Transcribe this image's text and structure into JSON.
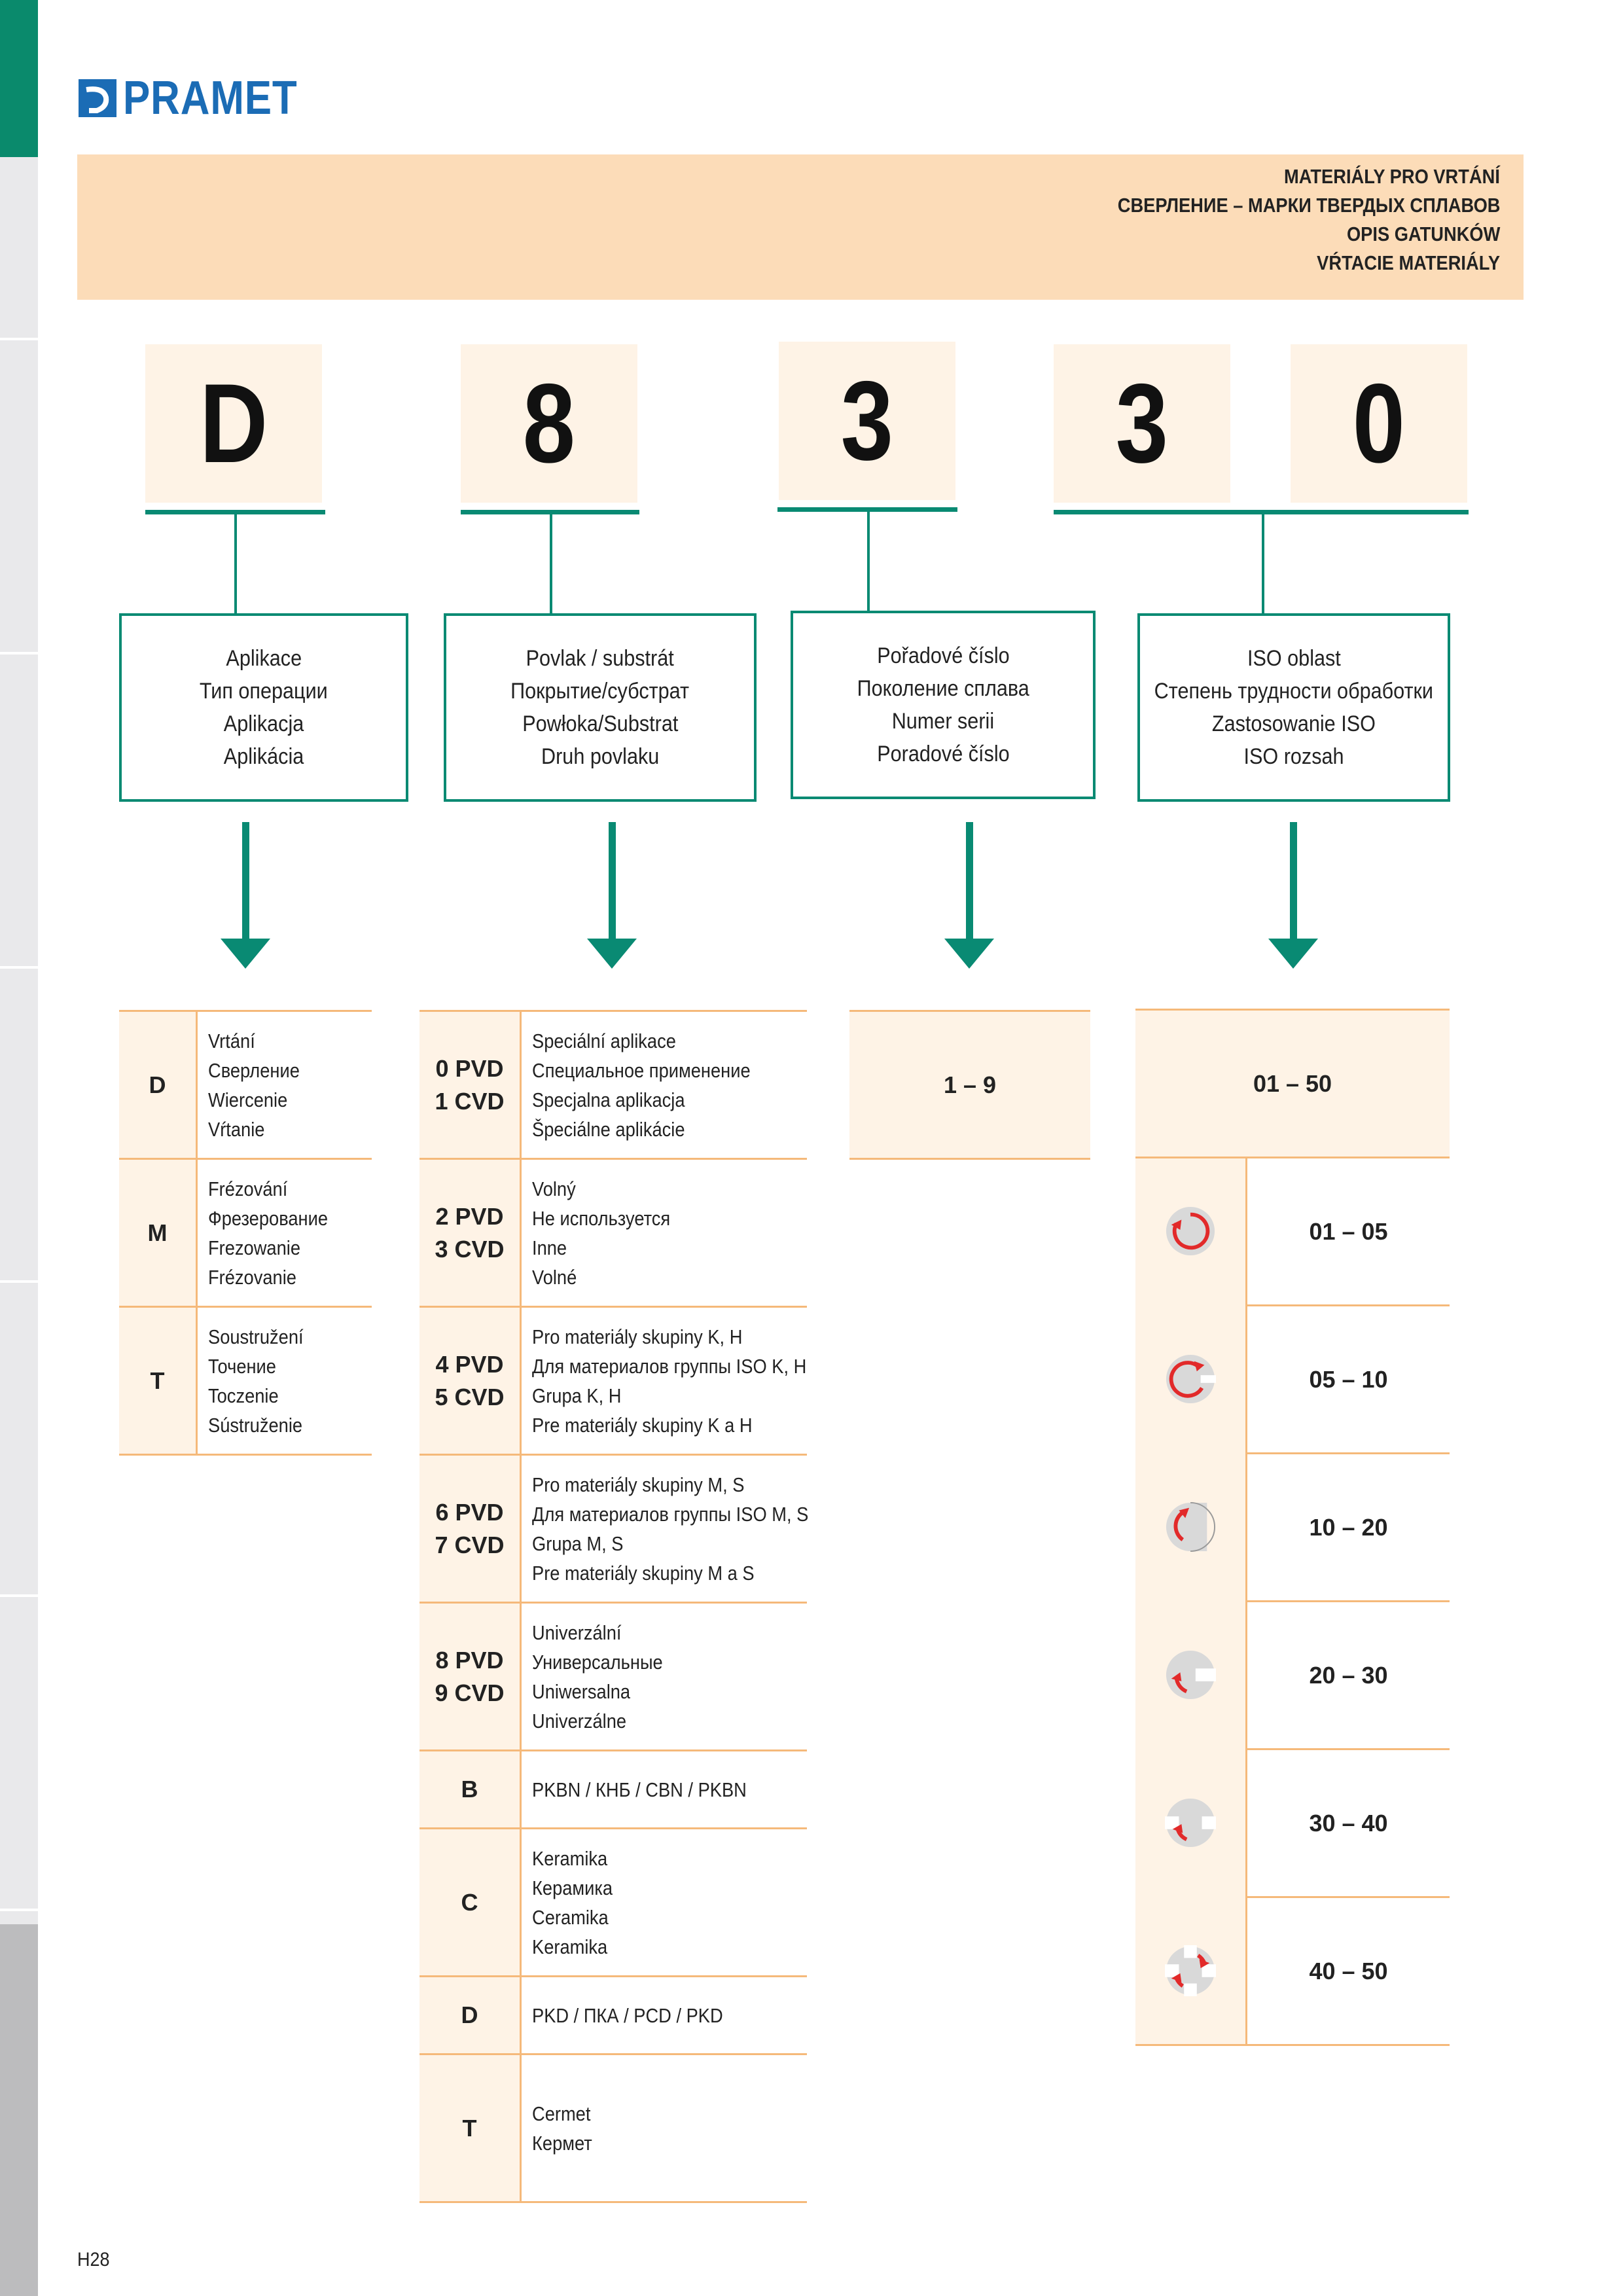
{
  "brand": {
    "name": "PRAMET",
    "color": "#1b6cb5"
  },
  "colors": {
    "accent": "#098a73",
    "header_band": "#fcdcb8",
    "cell_fill": "#fef3e6",
    "rule": "#f5b97a"
  },
  "header": {
    "lines": [
      "MATERIÁLY PRO VRTÁNÍ",
      "СВЕРЛЕНИЕ – МАРКИ ТВЕРДЫХ СПЛАВОВ",
      "OPIS GATUNKÓW",
      "VŔTACIE MATERIÁLY"
    ]
  },
  "code": [
    "D",
    "8",
    "3",
    "3",
    "0"
  ],
  "labels": [
    [
      "Aplikace",
      "Тип операции",
      "Aplikacja",
      "Aplikácia"
    ],
    [
      "Povlak / substrát",
      "Покрытие/субстрат",
      "Powłoka/Substrat",
      "Druh povlaku"
    ],
    [
      "Pořadové číslo",
      "Поколение сплава",
      "Numer serii",
      "Poradové číslo"
    ],
    [
      "ISO oblast",
      "Степень трудности обработки",
      "Zastosowanie ISO",
      "ISO rozsah"
    ]
  ],
  "application": [
    {
      "key": "D",
      "lines": [
        "Vrtání",
        "Сверление",
        "Wiercenie",
        "Vŕtanie"
      ]
    },
    {
      "key": "M",
      "lines": [
        "Frézování",
        "Фрезерование",
        "Frezowanie",
        "Frézovanie"
      ]
    },
    {
      "key": "T",
      "lines": [
        "Soustružení",
        "Точение",
        "Toczenie",
        "Sústruženie"
      ]
    }
  ],
  "coating": [
    {
      "keys": [
        "0 PVD",
        "1 CVD"
      ],
      "lines": [
        "Speciální aplikace",
        "Специальное применение",
        "Specjalna aplikacja",
        "Špeciálne aplikácie"
      ]
    },
    {
      "keys": [
        "2 PVD",
        "3 CVD"
      ],
      "lines": [
        "Volný",
        "Не используется",
        "Inne",
        "Volné"
      ]
    },
    {
      "keys": [
        "4 PVD",
        "5 CVD"
      ],
      "lines": [
        "Pro materiály skupiny K, H",
        "Для материалов группы ISO K, H",
        "Grupa K, H",
        "Pre materiály skupiny K a H"
      ]
    },
    {
      "keys": [
        "6 PVD",
        "7 CVD"
      ],
      "lines": [
        "Pro materiály skupiny M, S",
        "Для материалов группы ISO M, S",
        "Grupa M, S",
        "Pre materiály skupiny M a S"
      ]
    },
    {
      "keys": [
        "8 PVD",
        "9 CVD"
      ],
      "lines": [
        "Univerzální",
        "Универсальные",
        "Uniwersalna",
        "Univerzálne"
      ]
    },
    {
      "keys": [
        "B"
      ],
      "lines": [
        "PKBN  / КНБ / CBN / PKBN"
      ]
    },
    {
      "keys": [
        "C"
      ],
      "lines": [
        "Keramika",
        "Керамика",
        "Ceramika",
        "Keramika"
      ]
    },
    {
      "keys": [
        "D"
      ],
      "lines": [
        "PKD / ПКА / PCD / PKD"
      ]
    },
    {
      "keys": [
        "T"
      ],
      "lines": [
        "Cermet",
        "Кермет"
      ]
    }
  ],
  "series": {
    "range": "1 – 9"
  },
  "iso": {
    "range": "01 – 50",
    "rows": [
      {
        "range": "01 – 05",
        "icon": "continuous-cut-icon"
      },
      {
        "range": "05 – 10",
        "icon": "light-interrupted-cut-icon"
      },
      {
        "range": "10 – 20",
        "icon": "flat-interrupted-cut-icon"
      },
      {
        "range": "20 – 30",
        "icon": "single-slot-cut-icon"
      },
      {
        "range": "30 – 40",
        "icon": "double-slot-cut-icon"
      },
      {
        "range": "40 – 50",
        "icon": "heavy-interrupted-cut-icon"
      }
    ]
  },
  "page_number": "H28"
}
